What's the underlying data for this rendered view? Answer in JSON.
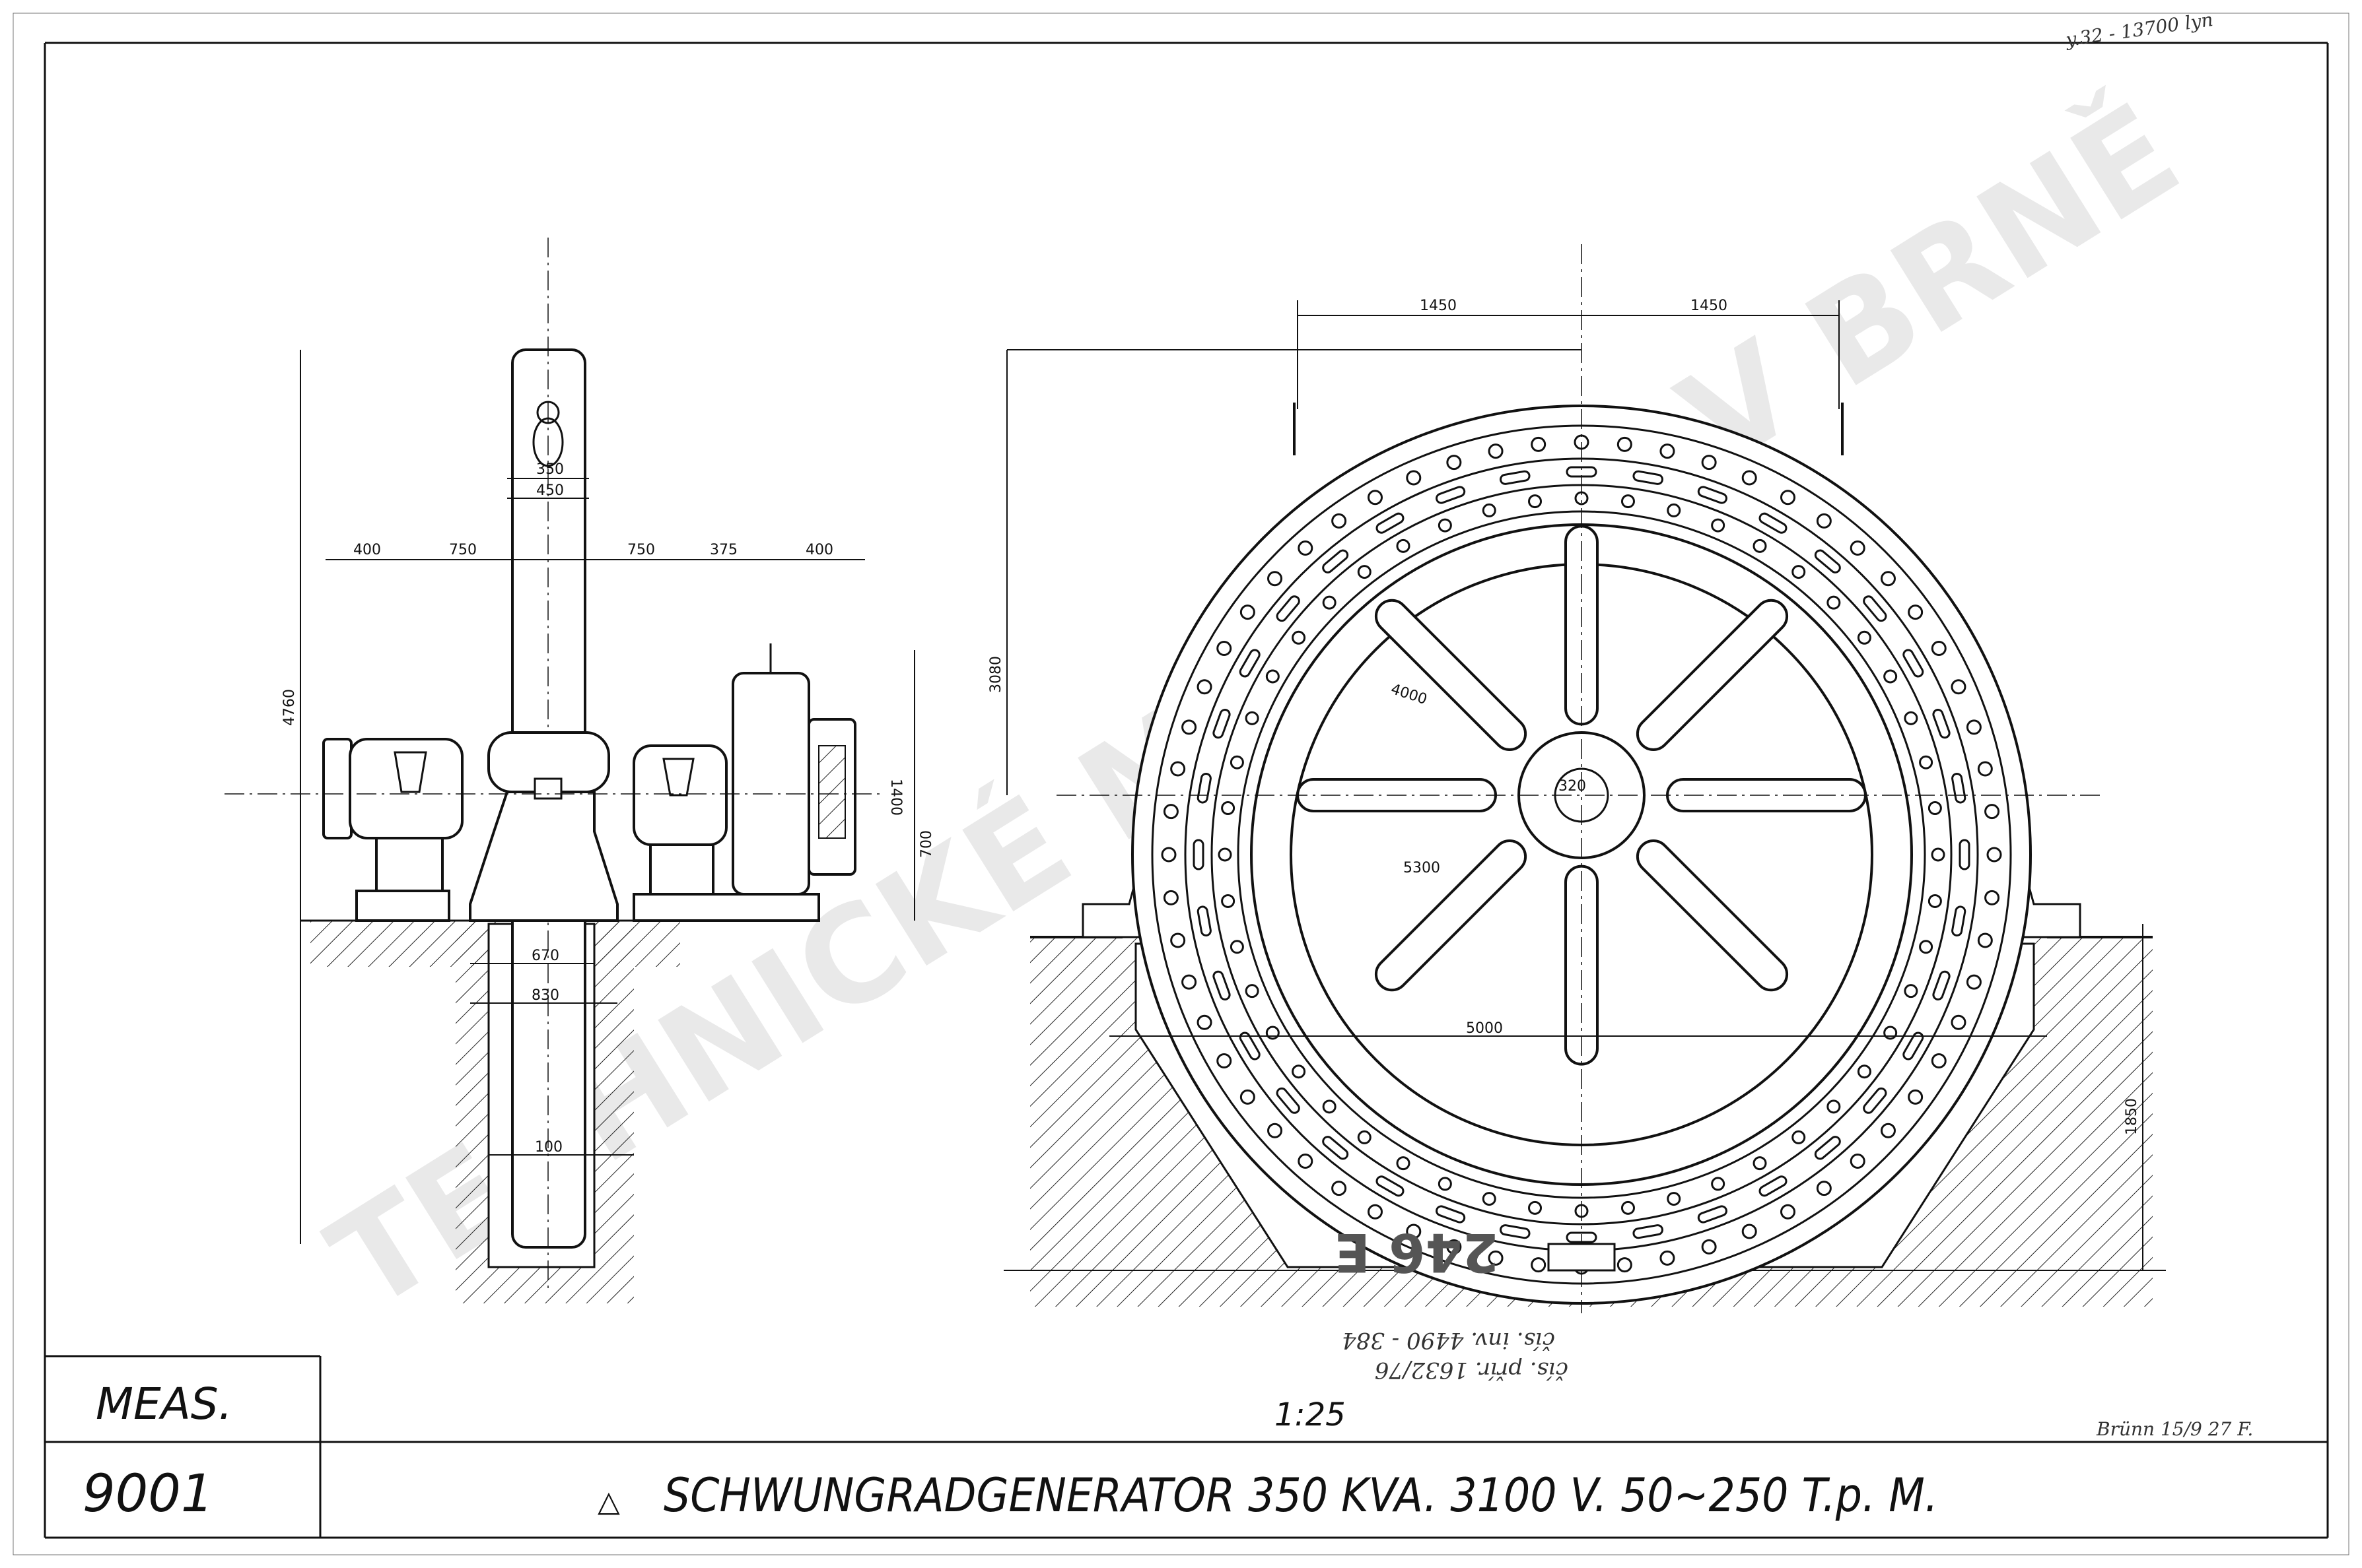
{
  "title_block": {
    "meas_label": "MEAS.",
    "number": "9001",
    "scale": "1:25",
    "title_marker": "△",
    "title": "SCHWUNGRADGENERATOR 350 KVA. 3100 V. 50~250 T.p. M.",
    "signature": "Brünn 15/9 27 F."
  },
  "annotations": {
    "top_right_note": "y.32 - 13700 lyn",
    "stamp": "246 E",
    "inventory_1": "čís. inv. 4490 - 384",
    "inventory_2": "čís. přír. 1632/76"
  },
  "watermark": "TECHNICKÉ MUZEUM V BRNĚ",
  "side_view": {
    "dimensions": {
      "shaft_w1": "350",
      "shaft_w2": "450",
      "left_400": "400",
      "left_750": "750",
      "right_750": "750",
      "right_375": "375",
      "right_400": "400",
      "height_total": "4760",
      "height_1400": "1400",
      "height_700": "700",
      "pit_670": "670",
      "pit_830": "830",
      "pit_100": "100"
    }
  },
  "front_view": {
    "dimensions": {
      "top_left": "1450",
      "top_right": "1450",
      "height": "3080",
      "radius_4000": "4000",
      "hub_320": "320",
      "dia_5300": "5300",
      "dia_5000": "5000",
      "right_1850": "1850"
    }
  }
}
